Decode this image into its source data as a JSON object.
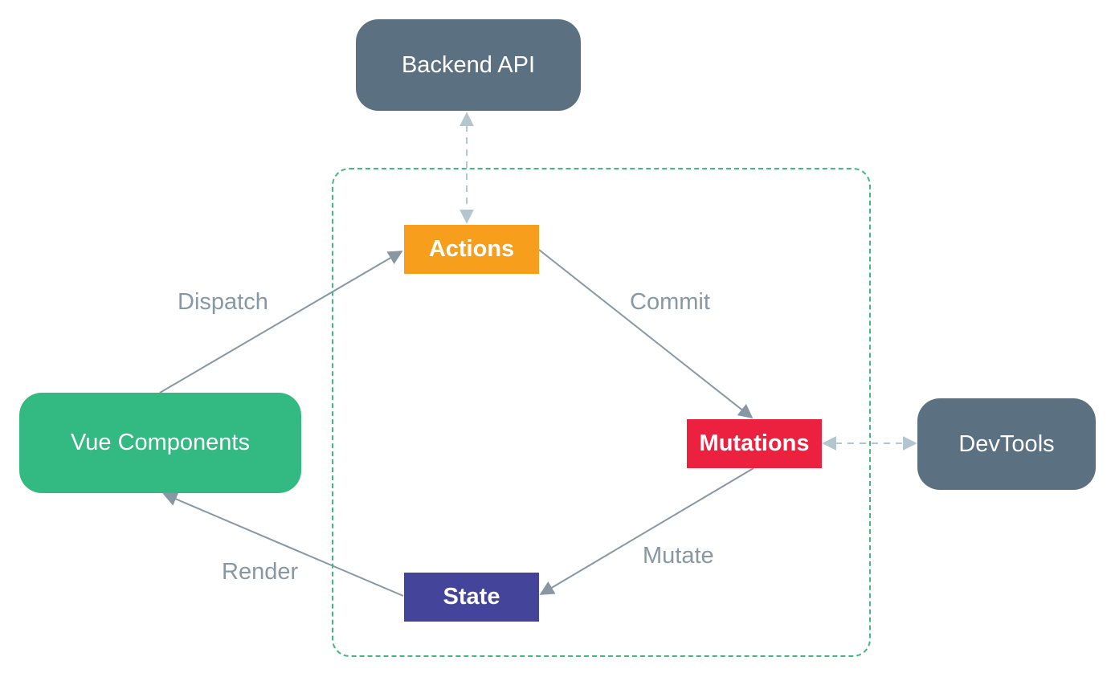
{
  "nodes": {
    "backend_api": {
      "label": "Backend API",
      "color": "#5b7182"
    },
    "actions": {
      "label": "Actions",
      "color": "#f79f1c"
    },
    "mutations": {
      "label": "Mutations",
      "color": "#ec213f"
    },
    "state": {
      "label": "State",
      "color": "#45449b"
    },
    "vue_components": {
      "label": "Vue Components",
      "color": "#33b982"
    },
    "devtools": {
      "label": "DevTools",
      "color": "#5b7182"
    }
  },
  "edges": {
    "dispatch": {
      "label": "Dispatch",
      "from": "Vue Components",
      "to": "Actions"
    },
    "commit": {
      "label": "Commit",
      "from": "Actions",
      "to": "Mutations"
    },
    "mutate": {
      "label": "Mutate",
      "from": "Mutations",
      "to": "State"
    },
    "render": {
      "label": "Render",
      "from": "State",
      "to": "Vue Components"
    },
    "api_link": {
      "from": "Actions",
      "to": "Backend API",
      "style": "dashed",
      "bidirectional": true
    },
    "devtools_link": {
      "from": "Mutations",
      "to": "DevTools",
      "style": "dashed",
      "bidirectional": true
    }
  },
  "colors": {
    "edge": "#8797a4",
    "dashed_edge": "#b3c6cf",
    "store_boundary": "#42b983",
    "label_text": "#8797a4"
  }
}
